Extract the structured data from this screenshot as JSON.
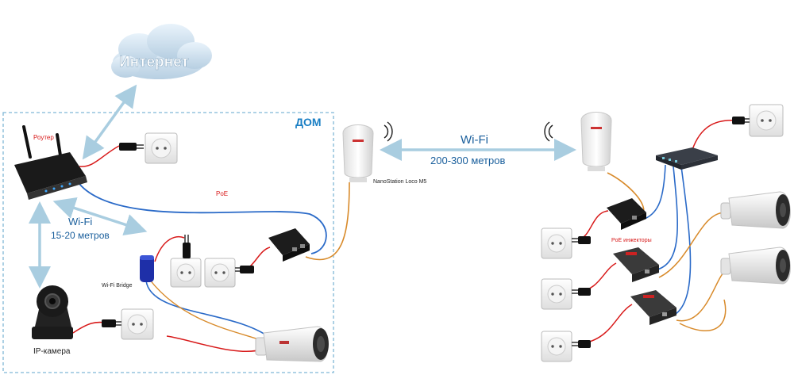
{
  "labels": {
    "internet": "Интернет",
    "home": "ДОМ",
    "router": "Роутер",
    "wifi_left": "Wi-Fi",
    "wifi_left_distance": "15-20 метров",
    "poe": "PoE",
    "wifi_bridge": "Wi-Fi Bridge",
    "ip_camera": "IP-камера",
    "nanostation": "NanoStation Loco M5",
    "wifi_link": "Wi-Fi",
    "wifi_link_distance": "200-300 метров",
    "poe_injectors": "PoE инжекторы"
  },
  "colors": {
    "accent": "#1a7fc4",
    "cable_blue": "#2a6ac8",
    "cable_orange": "#d88a2a",
    "cable_red": "#d81a1a",
    "arrow": "#a9cde0",
    "border_dash": "#7fb6d6"
  }
}
